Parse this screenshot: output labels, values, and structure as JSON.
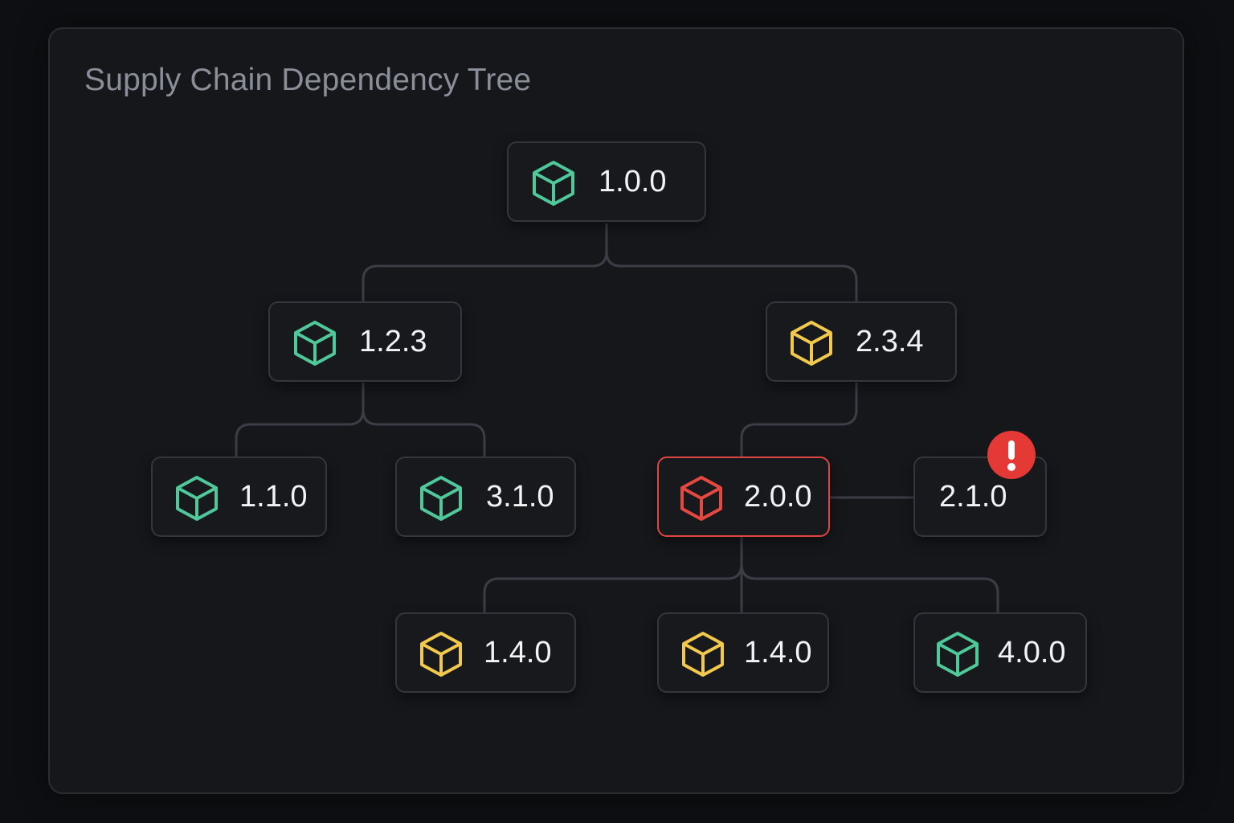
{
  "title": "Supply Chain Dependency Tree",
  "colors": {
    "ok": "#4fc99a",
    "warn": "#f2c94c",
    "critical": "#e5483f",
    "edge": "#3b3e46"
  },
  "nodes": [
    {
      "id": "root",
      "version": "1.0.0",
      "status": "ok",
      "icon": "package-cube-icon"
    },
    {
      "id": "left",
      "version": "1.2.3",
      "status": "ok",
      "icon": "package-cube-icon"
    },
    {
      "id": "right",
      "version": "2.3.4",
      "status": "warn",
      "icon": "package-cube-icon"
    },
    {
      "id": "ll",
      "version": "1.1.0",
      "status": "ok",
      "icon": "package-cube-icon"
    },
    {
      "id": "lr",
      "version": "3.1.0",
      "status": "ok",
      "icon": "package-cube-icon"
    },
    {
      "id": "vuln",
      "version": "2.0.0",
      "status": "critical",
      "icon": "package-cube-icon"
    },
    {
      "id": "conflict",
      "version": "2.1.0",
      "status": "alert",
      "icon": "exclamation-badge-icon"
    },
    {
      "id": "b1",
      "version": "1.4.0",
      "status": "warn",
      "icon": "package-cube-icon"
    },
    {
      "id": "b2",
      "version": "1.4.0",
      "status": "warn",
      "icon": "package-cube-icon"
    },
    {
      "id": "b3",
      "version": "4.0.0",
      "status": "ok",
      "icon": "package-cube-icon"
    }
  ],
  "edges": [
    [
      "root",
      "left"
    ],
    [
      "root",
      "right"
    ],
    [
      "left",
      "ll"
    ],
    [
      "left",
      "lr"
    ],
    [
      "right",
      "vuln"
    ],
    [
      "vuln",
      "conflict"
    ],
    [
      "vuln",
      "b1"
    ],
    [
      "vuln",
      "b2"
    ],
    [
      "vuln",
      "b3"
    ]
  ]
}
